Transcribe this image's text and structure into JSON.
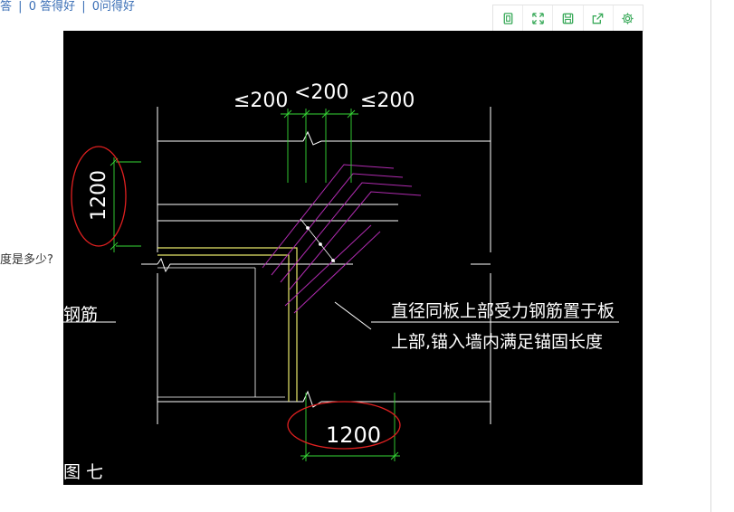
{
  "header": {
    "answer_fragment": "答",
    "good_answers": "0 答得好",
    "good_questions": "0问得好",
    "separator": "|"
  },
  "sidebar_fragments": {
    "question": "度是多少?",
    "rebar": "钢筋",
    "figure": "图 七"
  },
  "toolbar": {
    "buttons": [
      "fit-page-icon",
      "fullscreen-icon",
      "save-icon",
      "share-icon",
      "settings-icon"
    ]
  },
  "drawing": {
    "dim_left": "≤200",
    "dim_mid": "<200",
    "dim_right": "≤200",
    "dim_vertical": "1200",
    "dim_bottom": "1200",
    "note_line1": "直径同板上部受力钢筋置于板",
    "note_line2": "上部,锚入墙内满足锚固长度",
    "colors": {
      "background": "#000000",
      "walls": "#ffffff",
      "rebar_yellow": "#e8e86a",
      "rebar_magenta": "#b02bb0",
      "dimension_green": "#36d936",
      "highlight_red": "#e02020"
    }
  }
}
